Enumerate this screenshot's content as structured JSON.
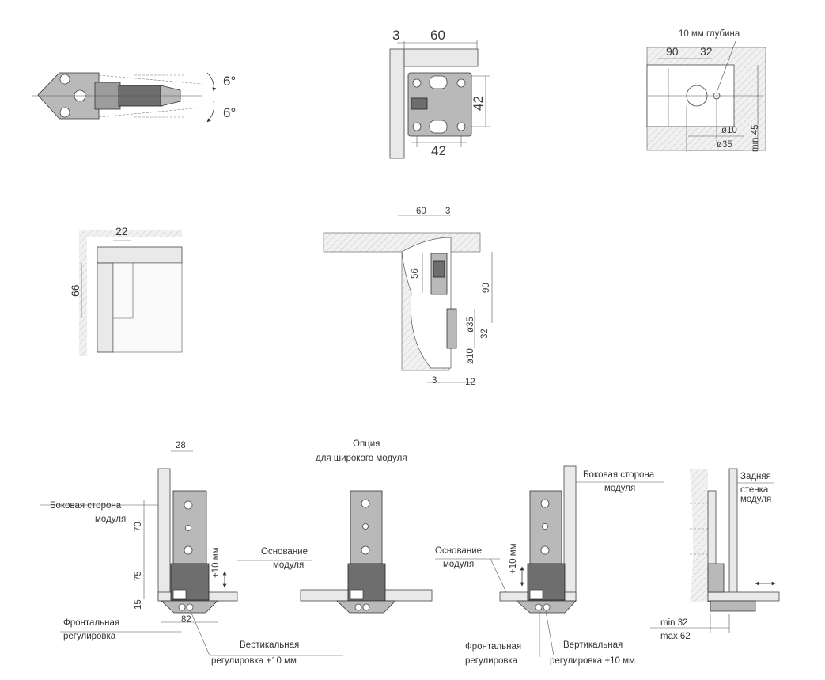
{
  "views": {
    "hinge_top": {
      "angle_up": "6°",
      "angle_down": "6°"
    },
    "front_plate": {
      "dim_3": "3",
      "dim_60": "60",
      "dim_42_right": "42",
      "dim_42_bottom": "42"
    },
    "drilling": {
      "depth_note": "10 мм глубина",
      "dim_90": "90",
      "dim_32": "32",
      "dim_10": "ø10",
      "dim_35": "ø35",
      "dim_min45": "min 45"
    },
    "overlay": {
      "dim_22": "22",
      "dim_66": "66"
    },
    "side_section": {
      "dim_60": "60",
      "dim_3": "3",
      "dim_56": "56",
      "dim_90": "90",
      "dim_35": "ø35",
      "dim_32": "32",
      "dim_10": "ø10",
      "dim_3_bottom": "3",
      "dim_12": "12"
    }
  },
  "legs": {
    "option_title": "Опция",
    "option_subtitle": "для широкого модуля",
    "left": {
      "side_label_1": "Боковая сторона",
      "side_label_2": "модуля",
      "base_label_1": "Основание",
      "base_label_2": "модуля",
      "front_adj_1": "Фронтальная",
      "front_adj_2": "регулировка",
      "vert_adj_1": "Вертикальная",
      "vert_adj_2": "регулировка +10 мм",
      "plus10": "+10 мм",
      "dim_28": "28",
      "dim_70": "70",
      "dim_75": "75",
      "dim_15": "15",
      "dim_82": "82"
    },
    "right": {
      "side_label_1": "Боковая сторона",
      "side_label_2": "модуля",
      "base_label_1": "Основание",
      "base_label_2": "модуля",
      "front_adj_1": "Фронтальная",
      "front_adj_2": "регулировка",
      "vert_adj_1": "Вертикальная",
      "vert_adj_2": "регулировка +10 мм",
      "plus10": "+10 мм"
    },
    "back": {
      "back_label_1": "Задняя",
      "back_label_2": "стенка",
      "back_label_3": "модуля",
      "min_label": "min 32",
      "max_label": "max 62"
    }
  }
}
